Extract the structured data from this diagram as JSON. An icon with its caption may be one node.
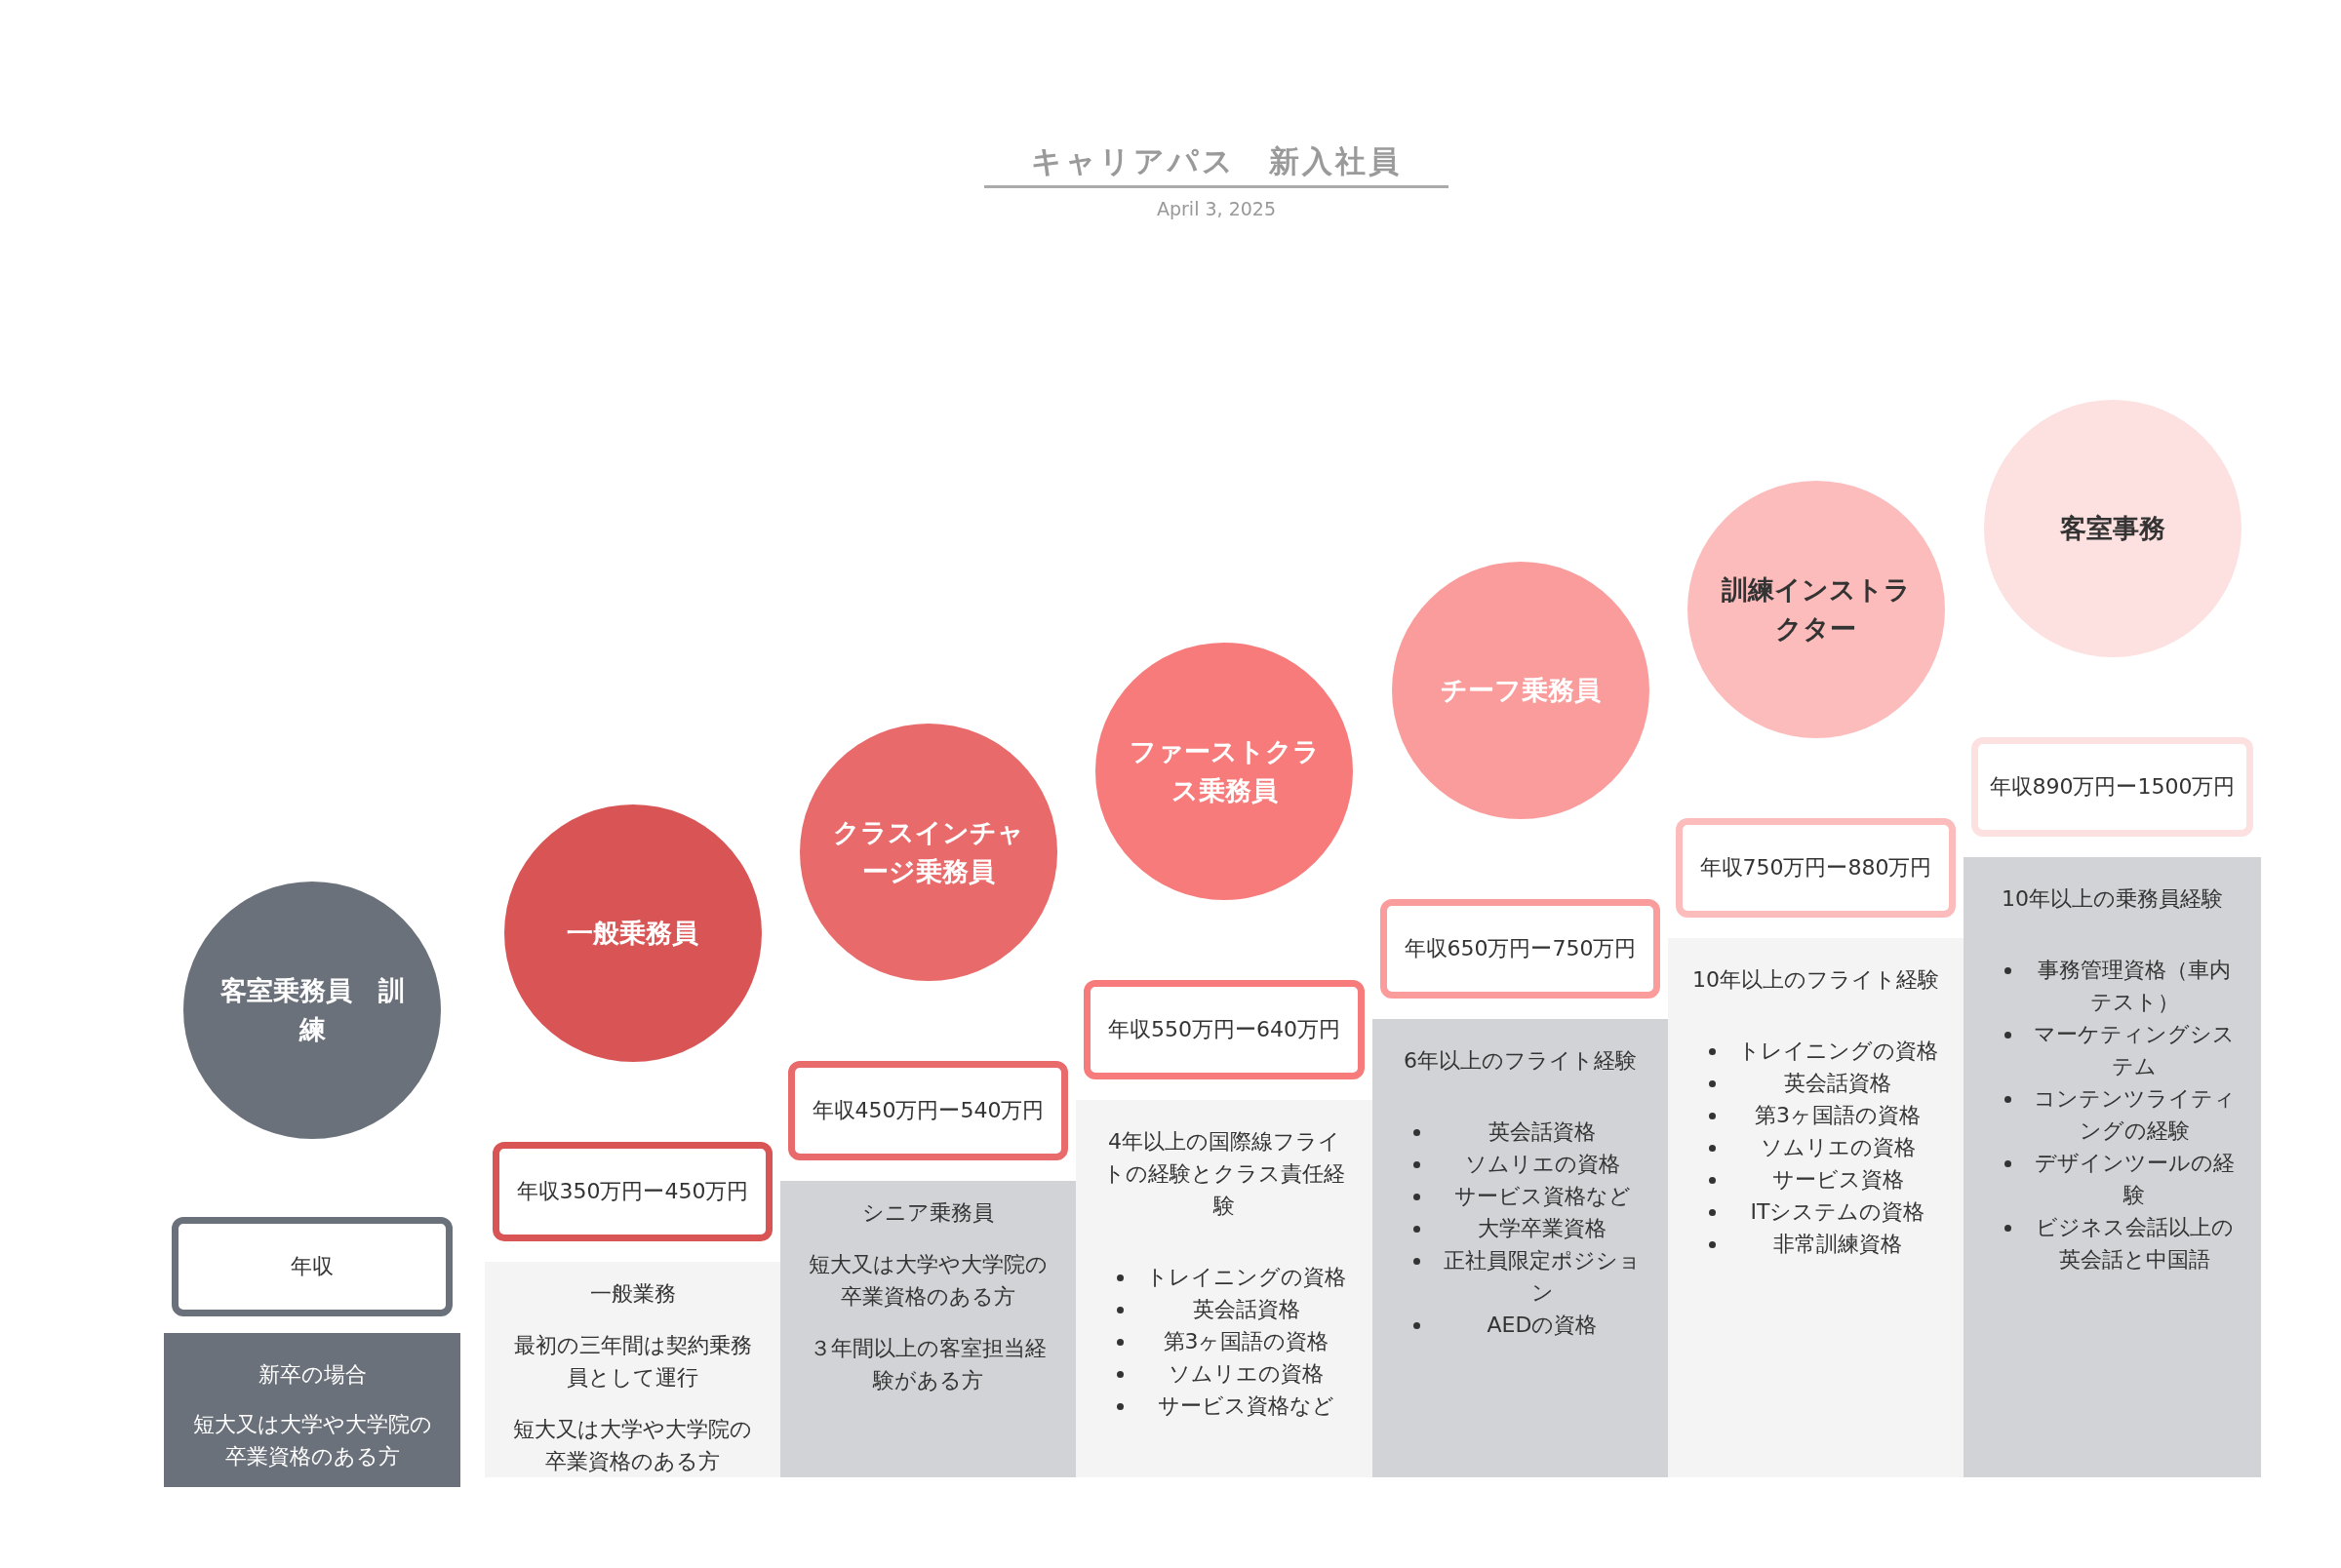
{
  "diagram": {
    "title": "キャリアパス　新入社員",
    "nodes": [
      {
        "text": [
          "客室乗務員　訓練"
        ]
      },
      {
        "text": [
          "年収"
        ]
      },
      {
        "text": [
          "新卒の場合",
          "短大又は大学や大学院の卒業資格のある方"
        ]
      },
      {
        "text": [
          "一般乗務員"
        ]
      },
      {
        "text": [
          "年収350万円ー450万円"
        ]
      },
      {
        "text": [
          "一般業務",
          "最初の三年間は契約乗務員として運行",
          "短大又は大学や大学院の卒業資格のある方"
        ]
      },
      {
        "text": [
          "クラスインチャージ乗務員"
        ]
      },
      {
        "text": [
          "年収450万円ー540万円"
        ]
      },
      {
        "text": [
          "シニア乗務員",
          "短大又は大学や大学院の卒業資格のある方",
          "３年間以上の客室担当経験がある方"
        ]
      },
      {
        "text": [
          "ファーストクラス乗務員"
        ]
      },
      {
        "text": [
          "年収550万円ー640万円"
        ]
      },
      {
        "text": [
          "4年以上の国際線フライトの経験とクラス責任経験"
        ]
      },
      {
        "text": [
          "トレイニングの資格",
          "英会話資格",
          "第3ヶ国語の資格",
          "ソムリエの資格",
          "サービス資格など"
        ],
        "in": 11
      },
      {
        "text": [
          "チーフ乗務員"
        ]
      },
      {
        "text": [
          "年収650万円ー750万円"
        ]
      },
      {
        "text": [
          "6年以上のフライト経験"
        ]
      },
      {
        "text": [
          "英会話資格",
          "ソムリエの資格",
          "サービス資格など",
          "大学卒業資格",
          "正社員限定ポジション",
          "AEDの資格"
        ],
        "in": 15
      },
      {
        "text": [
          "訓練インストラクター"
        ]
      },
      {
        "text": [
          "年収750万円ー880万円"
        ]
      },
      {
        "text": [
          "10年以上のフライト経験"
        ]
      },
      {
        "text": [
          "トレイニングの資格",
          "英会話資格",
          "第3ヶ国語の資格",
          "ソムリエの資格",
          "サービス資格",
          "ITシステムの資格",
          "非常訓練資格"
        ],
        "in": 19
      },
      {
        "text": [
          "客室事務"
        ]
      },
      {
        "text": [
          "年収890万円ー1500万円"
        ]
      },
      {
        "text": [
          "10年以上の乗務員経験"
        ]
      },
      {
        "text": [
          "事務管理資格（車内テスト）",
          "マーケティングシステム",
          "コンテンツライティングの経験",
          "デザインツールの経験",
          "ビジネス会話以上の英会話と中国語"
        ],
        "in": 23
      }
    ],
    "labels": [
      "April 3, 2025"
    ]
  }
}
